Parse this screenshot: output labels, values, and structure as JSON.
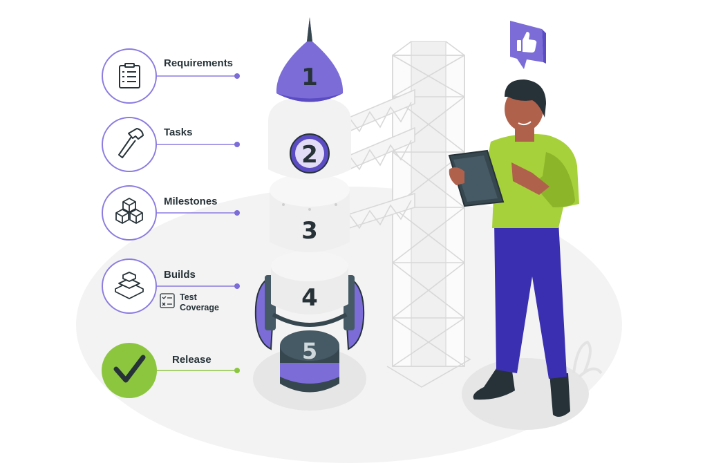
{
  "steps": {
    "requirements": "Requirements",
    "tasks": "Tasks",
    "milestones": "Milestones",
    "builds": "Builds",
    "test_coverage_line1": "Test",
    "test_coverage_line2": "Coverage",
    "release": "Release"
  },
  "rocket": {
    "stage1": "1",
    "stage2": "2",
    "stage3": "3",
    "stage4": "4",
    "stage5": "5"
  },
  "colors": {
    "accent_purple": "#7b6cd8",
    "line_purple": "#8b7be0",
    "release_green": "#8cc63f",
    "dark": "#263238",
    "shirt_green": "#a6d13a",
    "pants_blue": "#3a2fb0",
    "skin": "#b0614c",
    "floor_gray": "#f2f2f2"
  },
  "icons": {
    "requirements": "clipboard-list-icon",
    "tasks": "hammer-icon",
    "milestones": "cubes-icon",
    "builds": "stacked-layers-icon",
    "test_coverage": "checklist-icon",
    "release": "checkmark-icon",
    "feedback": "thumbs-up-icon"
  }
}
